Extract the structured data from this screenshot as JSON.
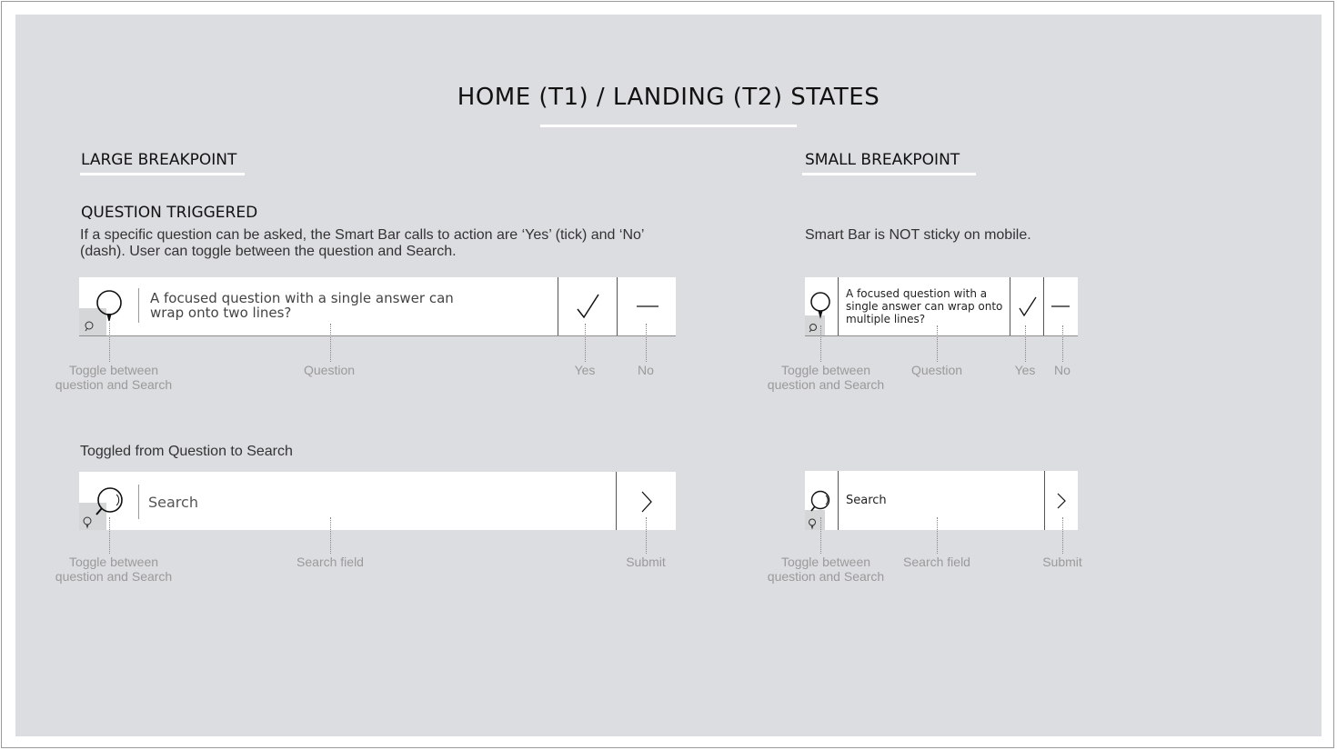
{
  "page_title": "HOME (T1) / LANDING (T2) STATES",
  "large": {
    "heading": "LARGE BREAKPOINT",
    "subheading": "QUESTION TRIGGERED",
    "description": "If a specific question can be asked, the Smart Bar calls to action are ‘Yes’ (tick) and ‘No’ (dash). User can toggle between the question and Search.",
    "question_bar": {
      "question": "A focused question with a single answer can wrap onto two lines?",
      "callouts": {
        "toggle": "Toggle between question and Search",
        "question": "Question",
        "yes": "Yes",
        "no": "No"
      }
    },
    "toggled_label": "Toggled from Question to Search",
    "search_bar": {
      "placeholder": "Search",
      "callouts": {
        "toggle": "Toggle between question and Search",
        "field": "Search field",
        "submit": "Submit"
      }
    }
  },
  "small": {
    "heading": "SMALL BREAKPOINT",
    "description": "Smart Bar is NOT sticky on mobile.",
    "question_bar": {
      "question": "A focused question with a single answer can wrap onto multiple lines?",
      "callouts": {
        "toggle": "Toggle between question and Search",
        "question": "Question",
        "yes": "Yes",
        "no": "No"
      }
    },
    "search_bar": {
      "placeholder": "Search",
      "callouts": {
        "toggle": "Toggle between question and Search",
        "field": "Search field",
        "submit": "Submit"
      }
    }
  },
  "icons": [
    "question-bubble-icon",
    "search-bubble-icon",
    "tick-icon",
    "dash-icon",
    "chevron-right-icon"
  ],
  "colors": {
    "canvas": "#dcdde0",
    "bar": "#ffffff",
    "callout_text": "#9a9a9a",
    "heading": "#111111"
  }
}
